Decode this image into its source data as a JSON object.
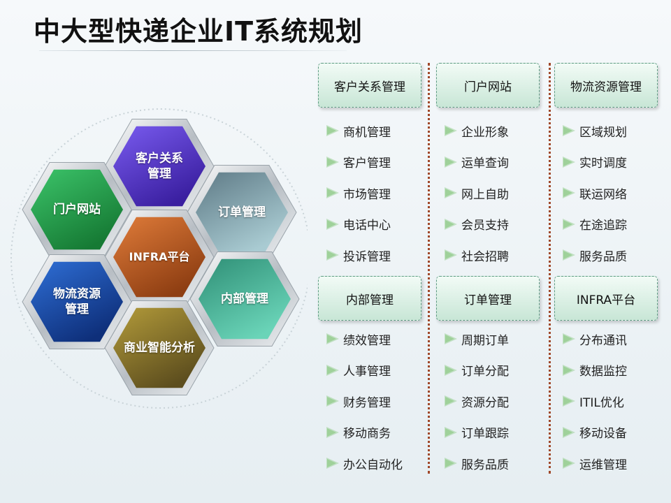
{
  "title": "中大型快递企业IT系统规划",
  "hexagons": [
    {
      "id": "crm",
      "label": "客户关系\n管理",
      "color_top": "#7a5cf0",
      "color_bottom": "#3a1fa0"
    },
    {
      "id": "portal",
      "label": "门户网站",
      "color_top": "#3cc46a",
      "color_bottom": "#167a34"
    },
    {
      "id": "order",
      "label": "订单管理",
      "color_top": "#5e7a86",
      "color_bottom": "#a9cbd2"
    },
    {
      "id": "infra",
      "label": "INFRA平台",
      "color_top": "#e07c3a",
      "color_bottom": "#8e3e12"
    },
    {
      "id": "logistics",
      "label": "物流资源\n管理",
      "color_top": "#2f6fd6",
      "color_bottom": "#0e2f7a"
    },
    {
      "id": "internal",
      "label": "内部管理",
      "color_top": "#2f8f76",
      "color_bottom": "#6ad4b8"
    },
    {
      "id": "bi",
      "label": "商业智能分析",
      "color_top": "#b39b3a",
      "color_bottom": "#5d4e1e"
    }
  ],
  "columns": [
    {
      "groups": [
        {
          "header": "客户关系管理",
          "items": [
            "商机管理",
            "客户管理",
            "市场管理",
            "电话中心",
            "投诉管理"
          ]
        },
        {
          "header": "内部管理",
          "items": [
            "绩效管理",
            "人事管理",
            "财务管理",
            "移动商务",
            "办公自动化"
          ]
        }
      ]
    },
    {
      "groups": [
        {
          "header": "门户网站",
          "items": [
            "企业形象",
            "运单查询",
            "网上自助",
            "会员支持",
            "社会招聘"
          ]
        },
        {
          "header": "订单管理",
          "items": [
            "周期订单",
            "订单分配",
            "资源分配",
            "订单跟踪",
            "服务品质"
          ]
        }
      ]
    },
    {
      "groups": [
        {
          "header": "物流资源管理",
          "items": [
            "区域规划",
            "实时调度",
            "联运网络",
            "在途追踪",
            "服务品质"
          ]
        },
        {
          "header": "INFRA平台",
          "items": [
            "分布通讯",
            "数据监控",
            "ITIL优化",
            "移动设备",
            "运维管理"
          ]
        }
      ]
    }
  ],
  "colors": {
    "arrow": "#9fd19a",
    "separator": "#a0482a",
    "box_border": "#5d9b82"
  }
}
